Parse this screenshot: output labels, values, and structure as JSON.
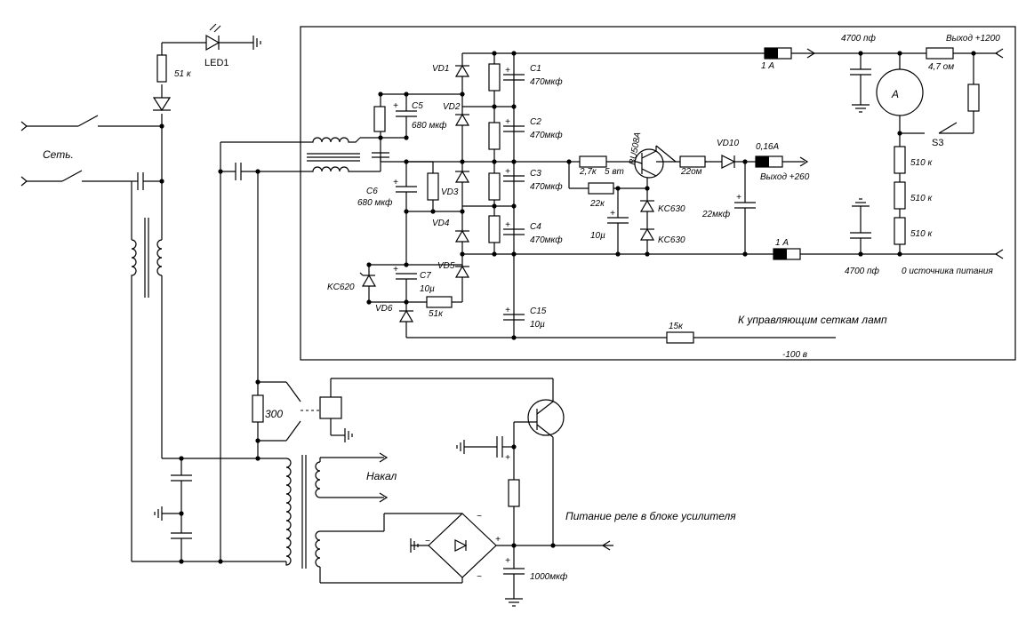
{
  "labels": {
    "led1": "LED1",
    "r51k_top": "51 к",
    "mains": "Сеть.",
    "c5": "C5",
    "c5_val": "680 мкф",
    "c6": "C6",
    "c6_val": "680 мкф",
    "vd1": "VD1",
    "vd2": "VD2",
    "vd3": "VD3",
    "vd4": "VD4",
    "vd5": "VD5",
    "vd6": "VD6",
    "c1": "C1",
    "c1_val": "470мкф",
    "c2": "C2",
    "c2_val": "470мкф",
    "c3": "C3",
    "c3_val": "470мкф",
    "c4": "C4",
    "c4_val": "470мкф",
    "c7": "C7",
    "c7_val": "10µ",
    "kc620": "KC620",
    "r51k_mid": "51к",
    "c15": "C15",
    "c15_val": "10µ",
    "r2_7k": "2,7к",
    "r5vt": "5 вт",
    "bu508a": "BU508A",
    "r22k": "22к",
    "kc630a": "KC630",
    "kc630b": "KC630",
    "c10u": "10µ",
    "r22om": "22ом",
    "vd10": "VD10",
    "fuse016": "0,16А",
    "out260": "Выход +260",
    "c22": "22мкф",
    "fuse1a_top": "1 А",
    "fuse1a_bot": "1 А",
    "c4700_top": "4700 пф",
    "c4700_bot": "4700 пф",
    "out1200": "Выход +1200",
    "r4_7": "4,7 ом",
    "s3": "S3",
    "r510a": "510 к",
    "r510b": "510 к",
    "r510c": "510 к",
    "zero_src": "0 источника питания",
    "grids": "К управляющим сеткам ламп",
    "r15k": "15к",
    "minus100": "-100 в",
    "r300": "300",
    "nakal": "Накал",
    "relay_power": "Питание реле в блоке усилителя",
    "c1000": "1000мкф",
    "meter": "A"
  }
}
